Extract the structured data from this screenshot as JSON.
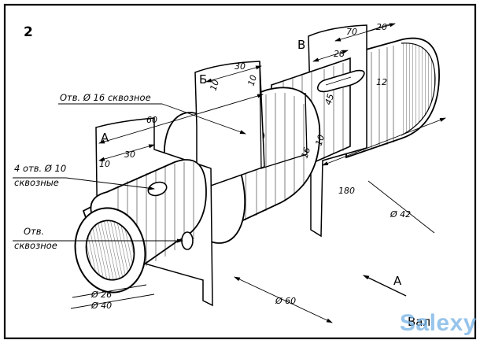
{
  "figure_number": "2",
  "title": "Вал",
  "direction_arrow": "А",
  "section_labels": {
    "a": "А",
    "b": "Б",
    "v": "В"
  },
  "callouts": {
    "hole_16": "Отв. Ø 16 сквозное",
    "holes_10_line1": "4 отв. Ø 10",
    "holes_10_line2": "сквозные",
    "hole_line1": "Отв.",
    "hole_line2": "сквозное"
  },
  "dimensions": {
    "d70": "70",
    "d20": "20",
    "d28": "28",
    "d12": "12",
    "d45": "45",
    "d30_top": "30",
    "d10_b": "10",
    "d10_c": "10",
    "d60": "60",
    "d30_left": "30",
    "d10_left": "10",
    "d16": "16",
    "d180": "180",
    "dia42": "Ø 42",
    "dia60": "Ø 60",
    "dia26": "Ø 26",
    "dia40": "Ø 40"
  },
  "watermark": "Salexy"
}
